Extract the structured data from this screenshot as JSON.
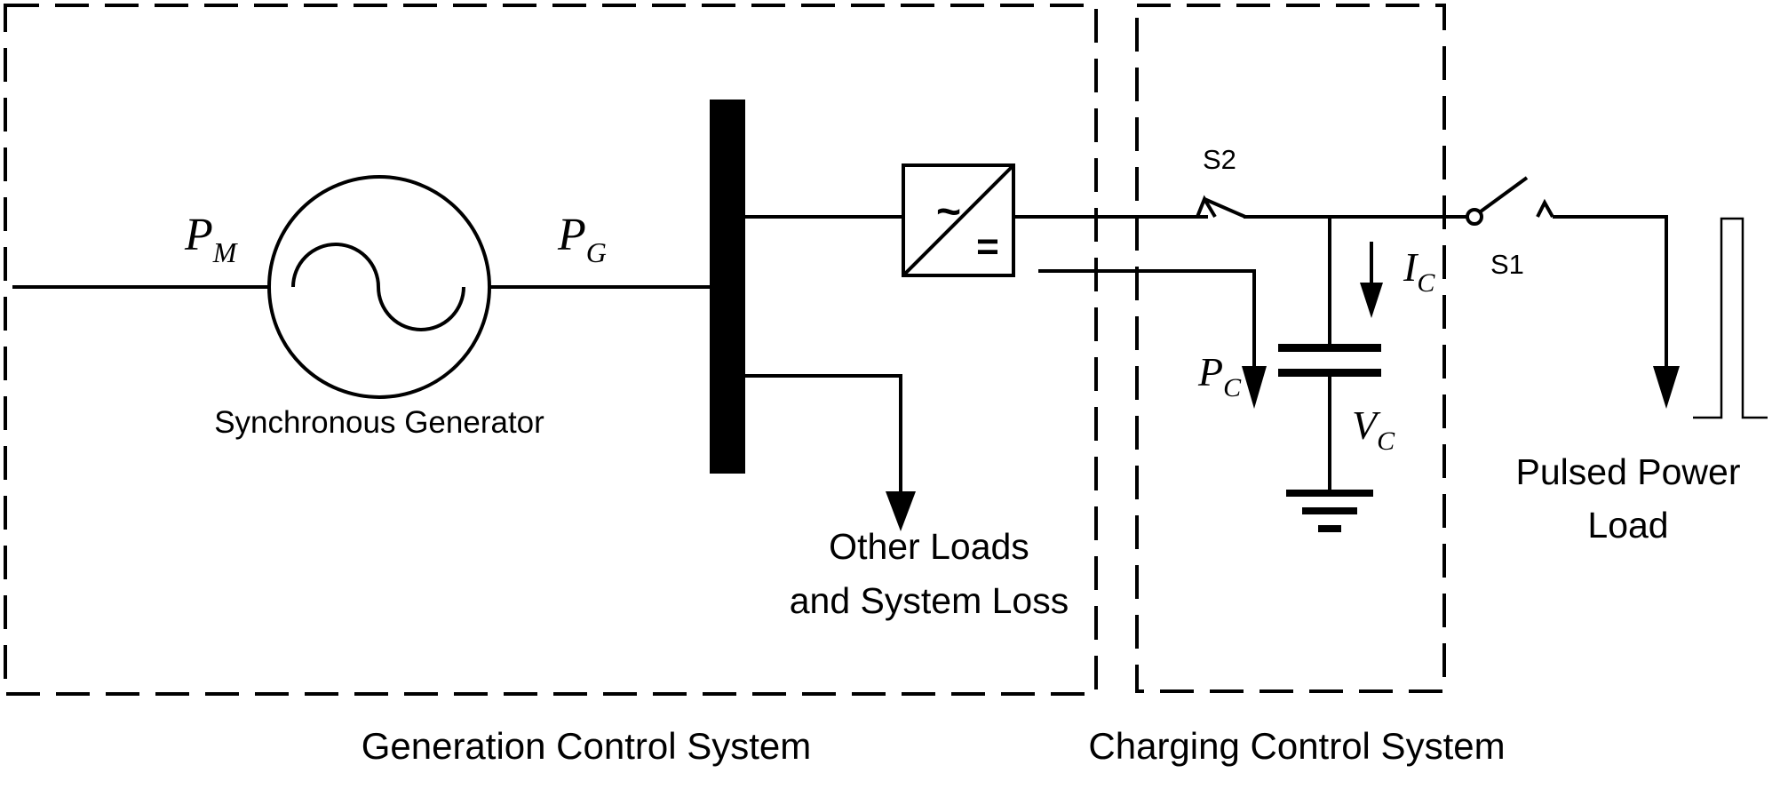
{
  "labels": {
    "p_m": {
      "base": "P",
      "sub": "M"
    },
    "p_g": {
      "base": "P",
      "sub": "G"
    },
    "p_c": {
      "base": "P",
      "sub": "C"
    },
    "i_c": {
      "base": "I",
      "sub": "C"
    },
    "v_c": {
      "base": "V",
      "sub": "C"
    },
    "generator": "Synchronous Generator",
    "other_loads_line1": "Other Loads",
    "other_loads_line2": "and System Loss",
    "switch_s2": "S2",
    "switch_s1": "S1",
    "pulsed_line1": "Pulsed Power",
    "pulsed_line2": "Load",
    "converter_ac": "~",
    "converter_dc": "=",
    "generation_system": "Generation Control System",
    "charging_system": "Charging Control System"
  }
}
